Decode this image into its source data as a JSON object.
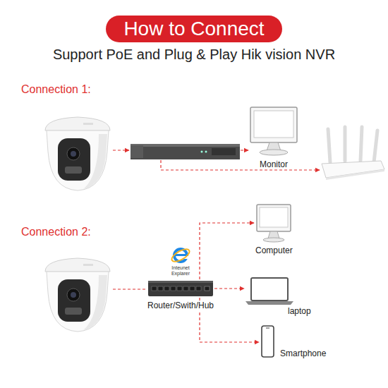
{
  "diagram": {
    "title": "How to Connect",
    "nodes": [
      {
        "text": [
          "Monitor"
        ]
      },
      {
        "text": [
          "Router/Swith/Hub"
        ]
      },
      {
        "text": [
          "Computer"
        ]
      },
      {
        "text": [
          "laptop"
        ]
      },
      {
        "text": [
          "Smartphone"
        ]
      }
    ],
    "edges": [
      {
        "from": 1,
        "to": 2,
        "arrow": "to"
      },
      {
        "from": 1,
        "to": 3,
        "arrow": "to"
      },
      {
        "from": 1,
        "to": 4,
        "arrow": "to"
      }
    ],
    "labels": [
      "Support PoE and Plug & Play Hik vision NVR",
      "Connection 1:",
      "Connection 2:",
      "Inteunet Explarer"
    ]
  }
}
